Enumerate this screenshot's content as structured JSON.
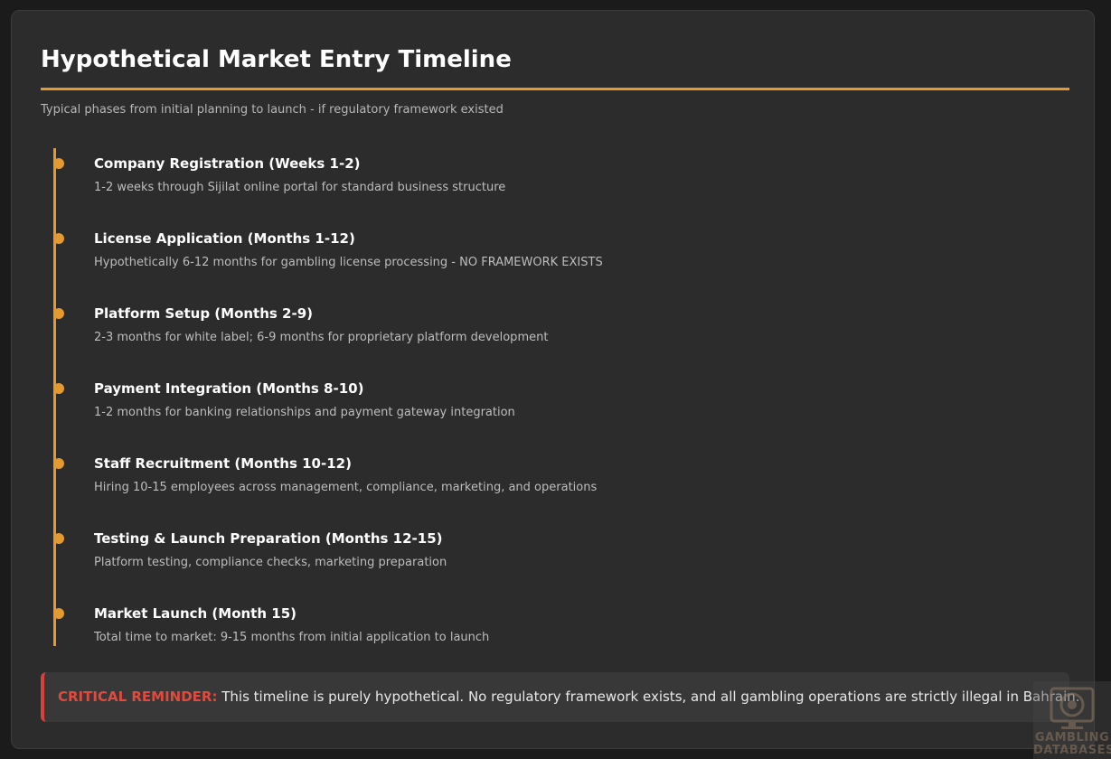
{
  "title": "Hypothetical Market Entry Timeline",
  "subtitle": "Typical phases from initial planning to launch - if regulatory framework existed",
  "accent_color": "#e59a2f",
  "alert_color": "#e04a3f",
  "phases": [
    {
      "title": "Company Registration (Weeks 1-2)",
      "description": "1-2 weeks through Sijilat online portal for standard business structure"
    },
    {
      "title": "License Application (Months 1-12)",
      "description": "Hypothetically 6-12 months for gambling license processing - NO FRAMEWORK EXISTS"
    },
    {
      "title": "Platform Setup (Months 2-9)",
      "description": "2-3 months for white label; 6-9 months for proprietary platform development"
    },
    {
      "title": "Payment Integration (Months 8-10)",
      "description": "1-2 months for banking relationships and payment gateway integration"
    },
    {
      "title": "Staff Recruitment (Months 10-12)",
      "description": "Hiring 10-15 employees across management, compliance, marketing, and operations"
    },
    {
      "title": "Testing & Launch Preparation (Months 12-15)",
      "description": "Platform testing, compliance checks, marketing preparation"
    },
    {
      "title": "Market Launch (Month 15)",
      "description": "Total time to market: 9-15 months from initial application to launch"
    }
  ],
  "reminder": {
    "label": "CRITICAL REMINDER:",
    "text": "This timeline is purely hypothetical. No regulatory framework exists, and all gambling operations are strictly illegal in Bahrain."
  },
  "watermark": {
    "line1": "GAMBLING",
    "line2": "DATABASES",
    "icon": "casino-chip-monitor-icon"
  }
}
